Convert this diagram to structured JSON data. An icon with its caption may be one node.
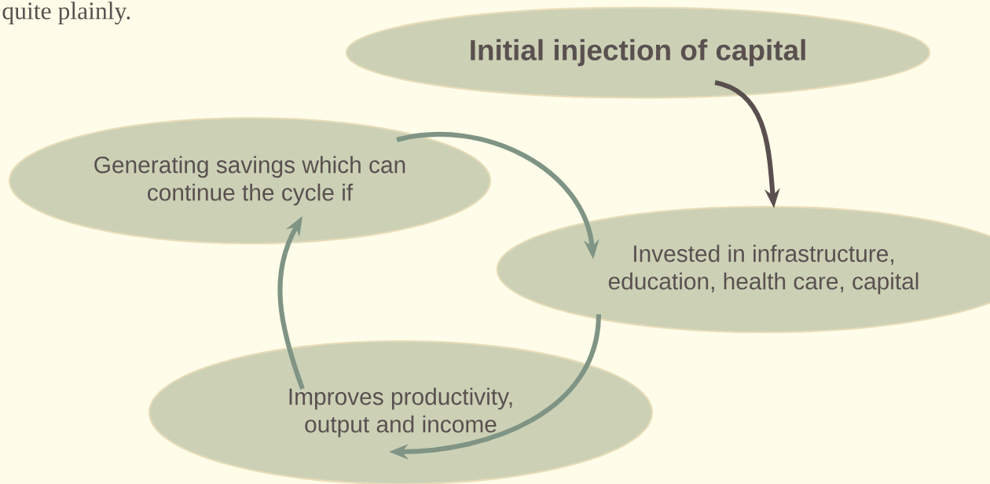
{
  "diagram": {
    "nodes": [
      {
        "text": [
          "Initial injection of capital"
        ]
      },
      {
        "text": [
          "Generating savings which can continue the cycle if"
        ]
      },
      {
        "text": [
          "Invested in infrastructure, education, health care, capital"
        ]
      },
      {
        "text": [
          "Improves productivity, output and income"
        ]
      }
    ],
    "edges": [
      {
        "from": 0,
        "to": 2,
        "arrow": "to",
        "color": "#5a4f4f"
      },
      {
        "from": 1,
        "to": 2,
        "arrow": "to"
      },
      {
        "from": 2,
        "to": 3,
        "arrow": "to"
      },
      {
        "from": 3,
        "to": 1,
        "arrow": "to"
      }
    ],
    "labels": [
      "quite plainly."
    ]
  }
}
